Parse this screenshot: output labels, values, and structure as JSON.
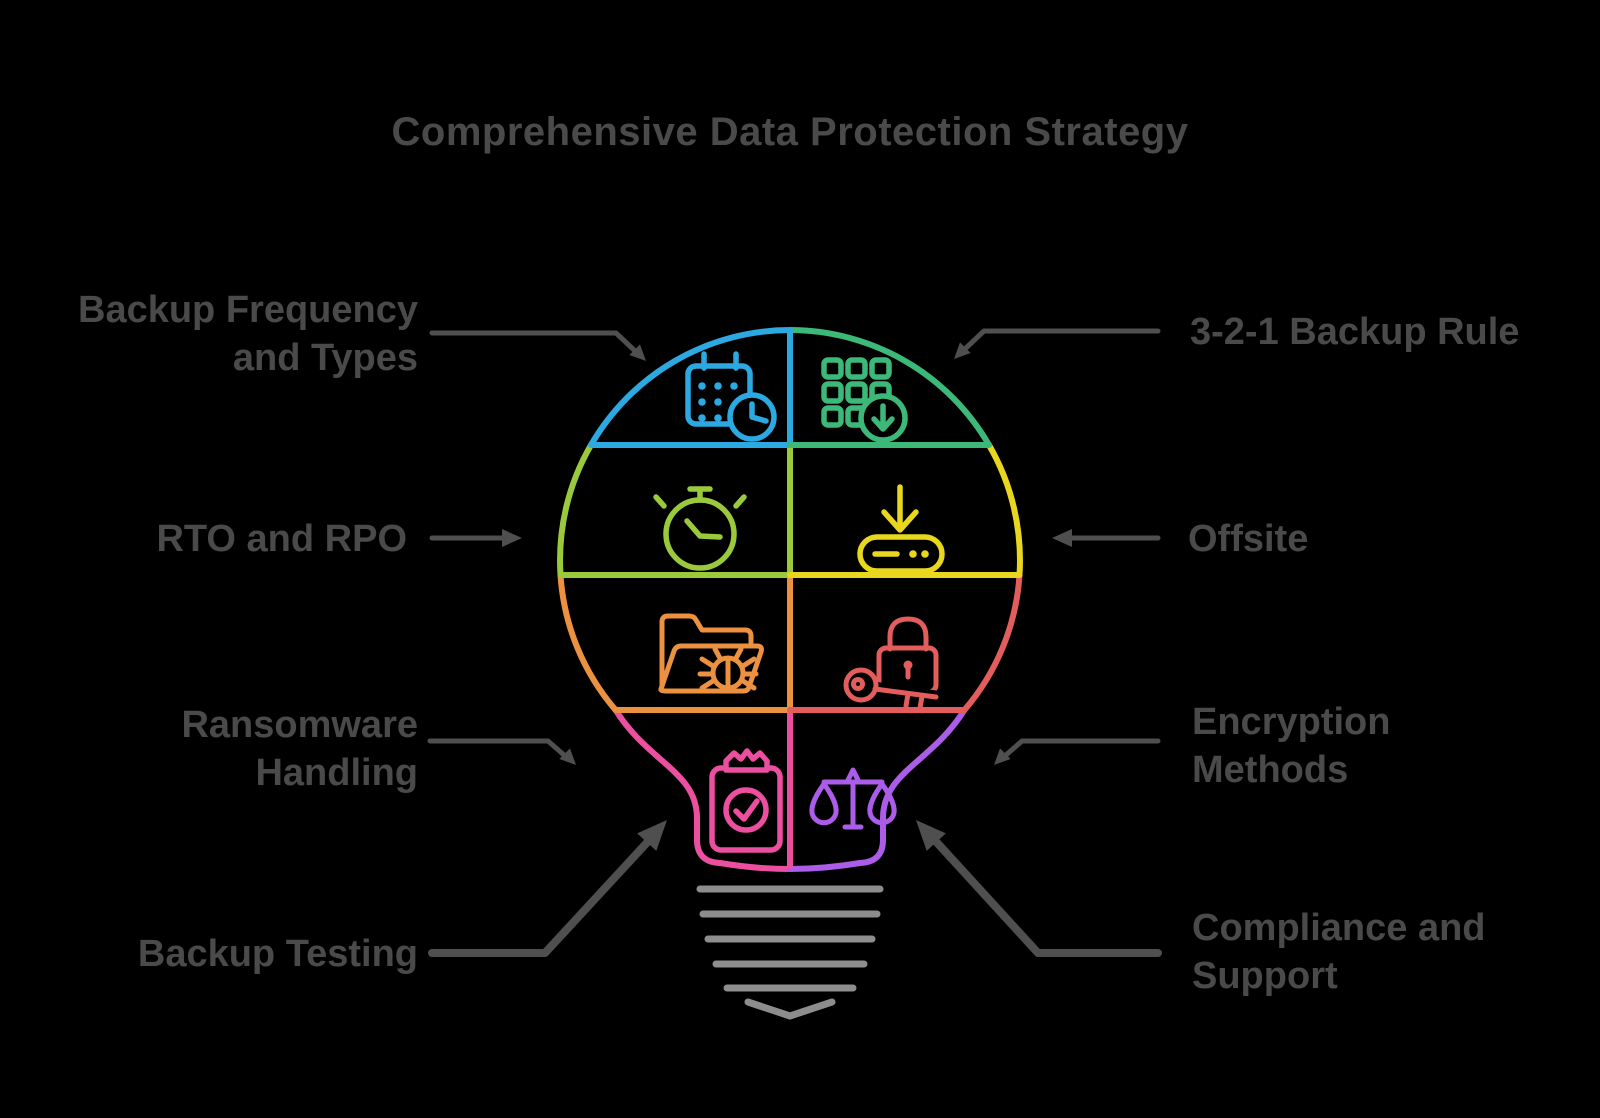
{
  "title": "Comprehensive Data Protection Strategy",
  "colors": {
    "background": "#000000",
    "text": "#4a4a4a",
    "connector": "#4f4f4f",
    "bulb_base": "#8d8d8d"
  },
  "segments": [
    {
      "name": "backup-frequency-and-types",
      "position": "top-left",
      "color": "#2ca9e1",
      "icon": "calendar-clock-icon"
    },
    {
      "name": "3-2-1-backup-rule",
      "position": "top-right",
      "color": "#3cb878",
      "icon": "grid-download-icon"
    },
    {
      "name": "rto-and-rpo",
      "position": "middle-left",
      "color": "#9aca3c",
      "icon": "stopwatch-icon"
    },
    {
      "name": "offsite",
      "position": "middle-right",
      "color": "#e8d71e",
      "icon": "download-drive-icon"
    },
    {
      "name": "ransomware-handling",
      "position": "lower-left",
      "color": "#ec9140",
      "icon": "folder-bug-icon"
    },
    {
      "name": "encryption-methods",
      "position": "lower-right",
      "color": "#e35d5d",
      "icon": "lock-key-icon"
    },
    {
      "name": "backup-testing",
      "position": "bottom-left",
      "color": "#ec4f9f",
      "icon": "clipboard-check-icon"
    },
    {
      "name": "compliance-and-support",
      "position": "bottom-right",
      "color": "#ab5ce8",
      "icon": "scales-icon"
    }
  ],
  "labels": {
    "backup_frequency": {
      "line1": "Backup Frequency",
      "line2": "and Types"
    },
    "backup_rule": {
      "line1": "3-2-1 Backup Rule"
    },
    "rto_rpo": {
      "line1": "RTO and RPO"
    },
    "offsite": {
      "line1": "Offsite"
    },
    "ransomware": {
      "line1": "Ransomware",
      "line2": "Handling"
    },
    "encryption": {
      "line1": "Encryption",
      "line2": "Methods"
    },
    "testing": {
      "line1": "Backup Testing"
    },
    "compliance": {
      "line1": "Compliance and",
      "line2": "Support"
    }
  }
}
